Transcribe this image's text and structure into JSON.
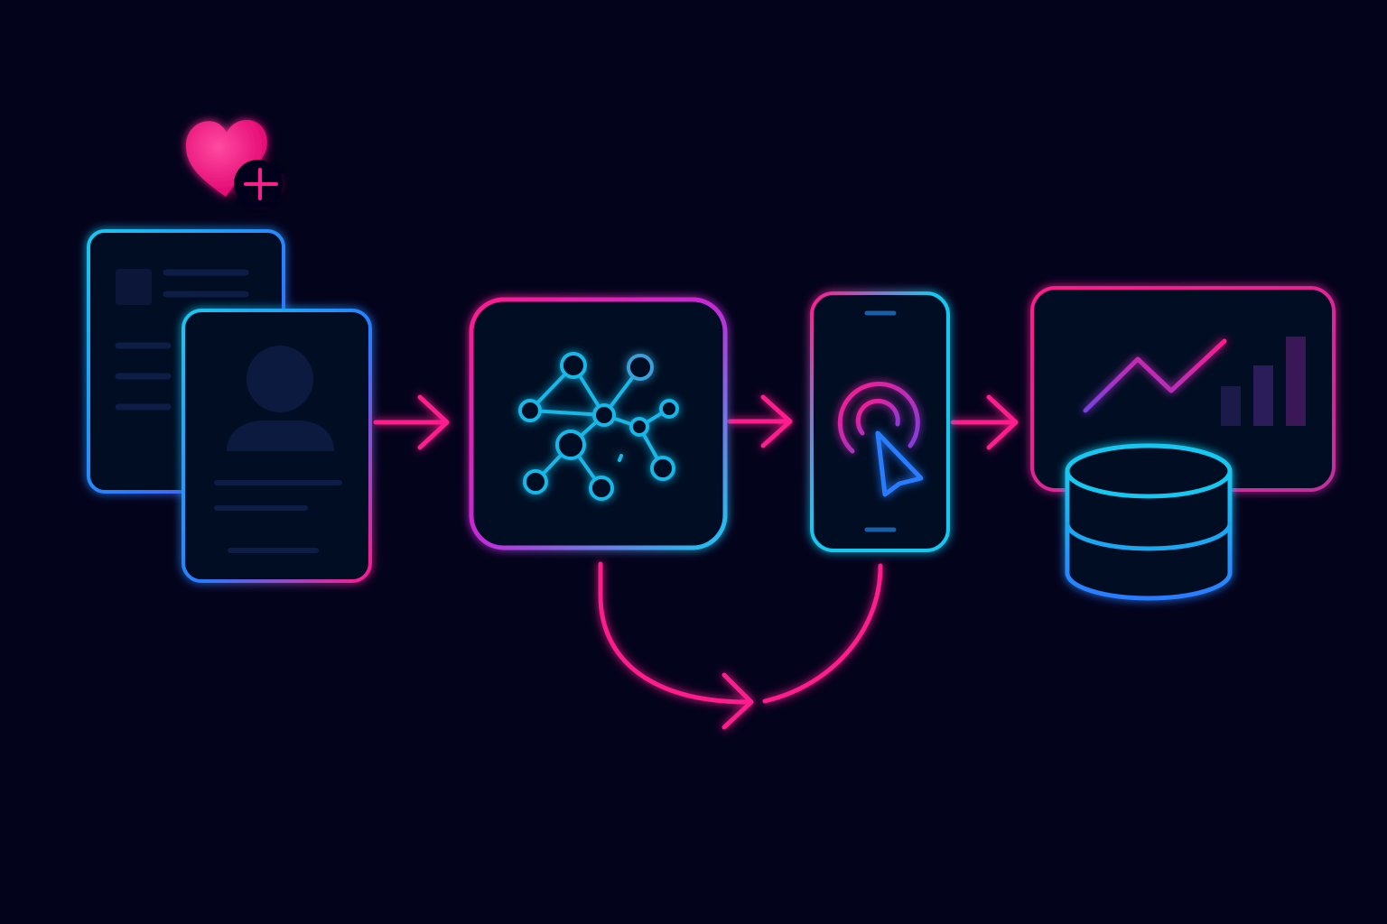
{
  "diagram": {
    "background": "#04031c",
    "colors": {
      "pink": "#ff1a8c",
      "magenta": "#d02ab8",
      "purple": "#7b3fe0",
      "cyan": "#19c8f0",
      "blue": "#2a7bff",
      "muted_fill": "#0b1638"
    },
    "stages": [
      {
        "id": "records",
        "icons": [
          "heart-plus-icon",
          "document-icon",
          "profile-card-icon"
        ]
      },
      {
        "id": "network",
        "icons": [
          "network-graph-icon"
        ]
      },
      {
        "id": "mobile",
        "icons": [
          "phone-touch-icon",
          "cursor-icon"
        ]
      },
      {
        "id": "analytics",
        "icons": [
          "line-chart-icon",
          "bar-chart-icon",
          "database-icon"
        ]
      }
    ],
    "connectors": [
      "arrow-right",
      "arrow-right",
      "arrow-right",
      "curved-feedback-arrow"
    ]
  }
}
